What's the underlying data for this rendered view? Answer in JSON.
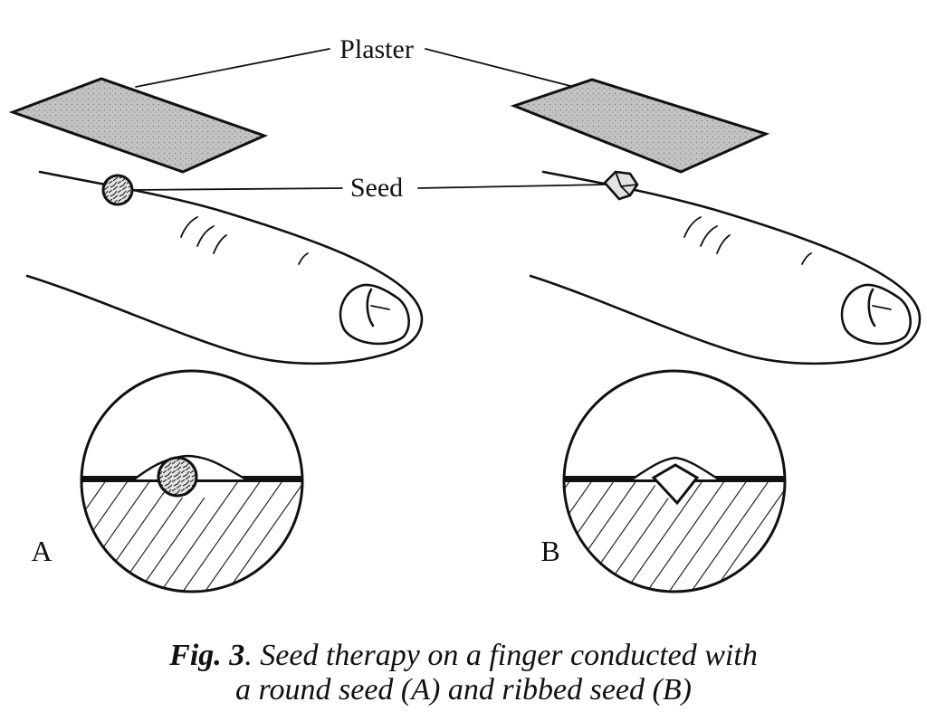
{
  "labels": {
    "plaster": "Plaster",
    "seed": "Seed",
    "panel_a": "A",
    "panel_b": "B"
  },
  "caption": {
    "fig_label": "Fig.",
    "fig_number": "3",
    "line1": ". Seed therapy on a finger conducted with",
    "line2": "a round seed (A) and ribbed seed (B)"
  },
  "colors": {
    "ink": "#111111",
    "plaster_fill": "#c4c4c4",
    "seed_fill": "#e2e2e2"
  }
}
